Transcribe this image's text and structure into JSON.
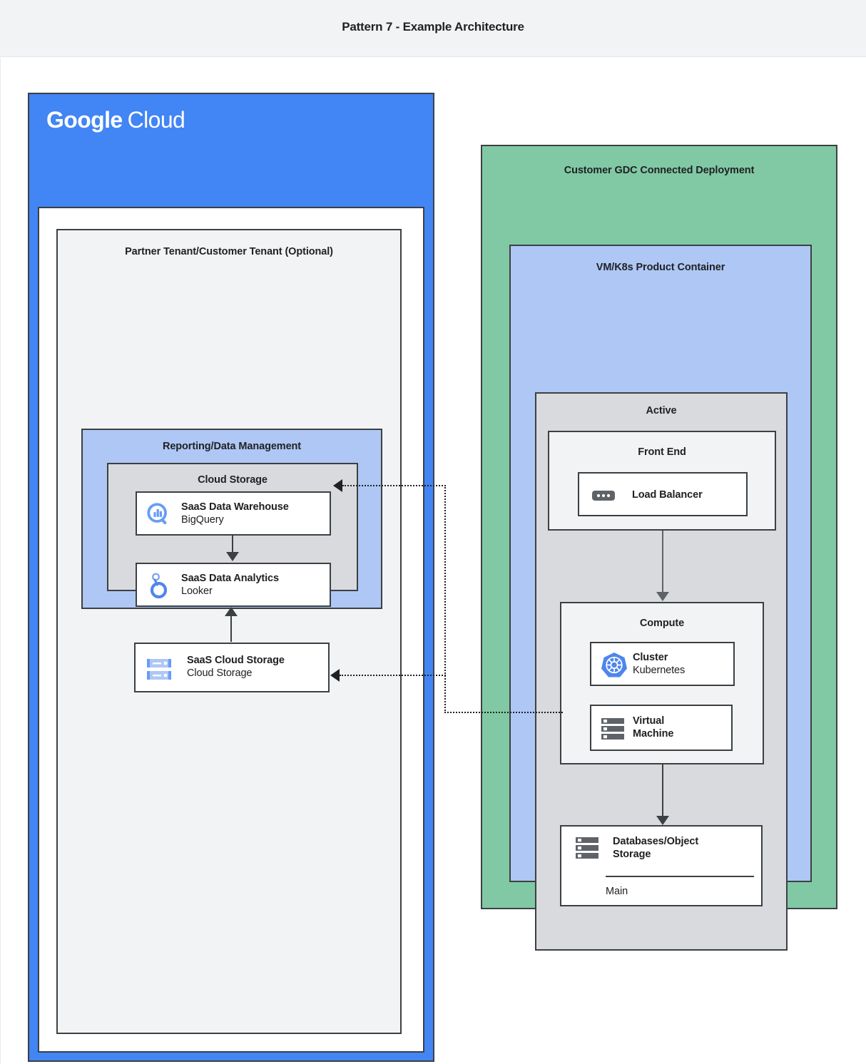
{
  "header": {
    "title": "Pattern 7 - Example Architecture"
  },
  "colors": {
    "header_bg": "#f1f3f4",
    "google_blue": "#4285f4",
    "panel_blue": "#aec7f5",
    "panel_green": "#81c9a4",
    "panel_grey": "#d9dadd",
    "panel_light_grey": "#f1f3f4",
    "stroke": "#3c4043",
    "connector_grey": "#5f6368"
  },
  "left": {
    "cloud_logo": {
      "word1": "Google",
      "word2": "Cloud"
    },
    "tenant_title": "Partner Tenant/Customer Tenant (Optional)",
    "reporting_title": "Reporting/Data Management",
    "cloud_storage_title": "Cloud Storage",
    "services": [
      {
        "icon": "bigquery-icon",
        "title": "SaaS Data Warehouse",
        "subtitle": "BigQuery"
      },
      {
        "icon": "looker-icon",
        "title": "SaaS Data Analytics",
        "subtitle": "Looker"
      },
      {
        "icon": "cloud-storage-icon",
        "title": "SaaS Cloud Storage",
        "subtitle": "Cloud Storage"
      }
    ]
  },
  "right": {
    "deployment_title": "Customer GDC Connected Deployment",
    "container_title": "VM/K8s Product Container",
    "active_title": "Active",
    "frontend_title": "Front End",
    "load_balancer": {
      "icon": "load-balancer-icon",
      "label": "Load Balancer"
    },
    "compute_title": "Compute",
    "compute_items": [
      {
        "icon": "kubernetes-icon",
        "title": "Cluster",
        "subtitle": "Kubernetes"
      },
      {
        "icon": "virtual-machine-icon",
        "title": "Virtual",
        "subtitle": "Machine"
      }
    ],
    "database": {
      "icon": "database-icon",
      "title_line1": "Databases/Object",
      "title_line2": "Storage",
      "footer": "Main"
    }
  },
  "connectors": [
    {
      "name": "frontend-to-compute",
      "style": "solid-grey",
      "direction": "down"
    },
    {
      "name": "compute-to-database",
      "style": "solid-dark",
      "direction": "down"
    },
    {
      "name": "warehouse-to-analytics",
      "style": "solid-dark",
      "direction": "down"
    },
    {
      "name": "storage-to-analytics",
      "style": "solid-dark",
      "direction": "up"
    },
    {
      "name": "database-to-saas-warehouse",
      "style": "dotted",
      "direction": "left"
    },
    {
      "name": "database-to-saas-cloud-storage",
      "style": "dotted",
      "direction": "left"
    }
  ]
}
